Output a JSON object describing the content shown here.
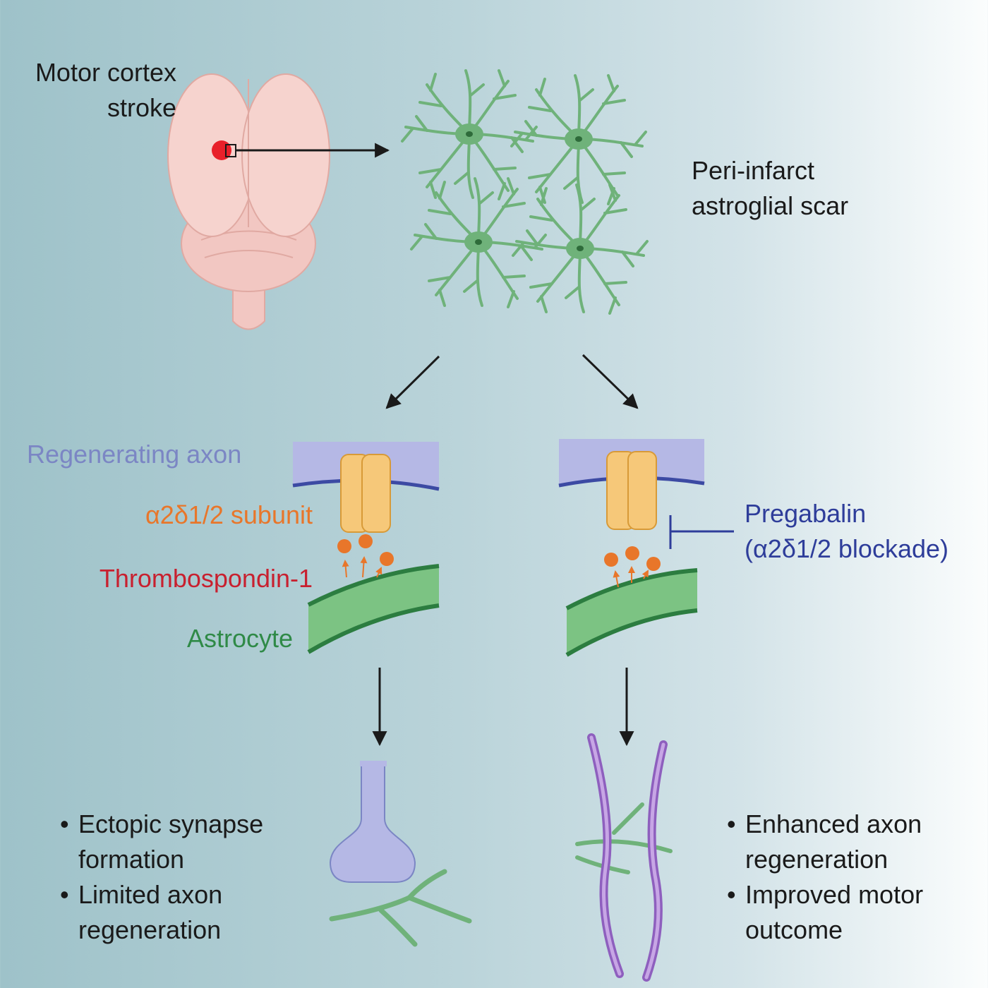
{
  "labels": {
    "stroke": "Motor cortex\nstroke",
    "scar": "Peri-infarct\nastroglial scar",
    "axon": "Regenerating axon",
    "subunit": "α2δ1/2 subunit",
    "thrombo": "Thrombospondin-1",
    "astrocyte": "Astrocyte",
    "pregabalin": "Pregabalin\n(α2δ1/2 blockade)"
  },
  "outcomes": {
    "left": [
      "Ectopic synapse formation",
      "Limited axon regeneration"
    ],
    "right": [
      "Enhanced axon regeneration",
      "Improved motor outcome"
    ]
  },
  "colors": {
    "axon": "#7b86c4",
    "subunit": "#e8762a",
    "thrombo": "#c8202f",
    "astrocyte": "#2f8a47",
    "pregabalin": "#2e3d9a",
    "astro_cell": "#6fb27a",
    "stroke_dot": "#e8202a"
  }
}
